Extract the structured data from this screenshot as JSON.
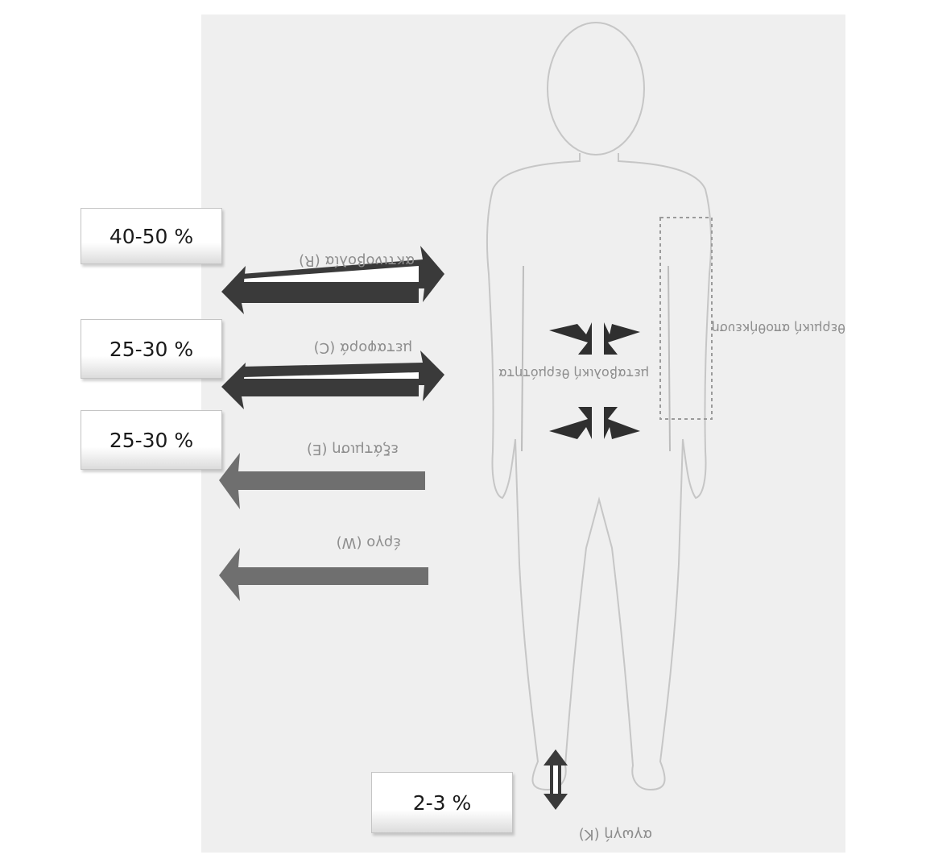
{
  "percentages": {
    "box_1": "40-50 %",
    "box_2": "25-30 %",
    "box_3": "25-30 %",
    "box_4": "2-3 %"
  },
  "mirrored_labels": {
    "radiation": "ακτινοβολία (R)",
    "convection": "μεταφορά (C)",
    "evaporation": "εξάτμιση (E)",
    "work": "έργο (W)",
    "conduction": "αγωγή (K)",
    "metabolic_heat": "μεταβολική θερμότητα",
    "stored_heat": "θερμική αποθήκευση"
  },
  "colors": {
    "arrow_dark": "#3a3a3a",
    "arrow_gray": "#6f6f6f",
    "photo_bg": "#eeeeee",
    "label_text": "#8e8e8e"
  }
}
